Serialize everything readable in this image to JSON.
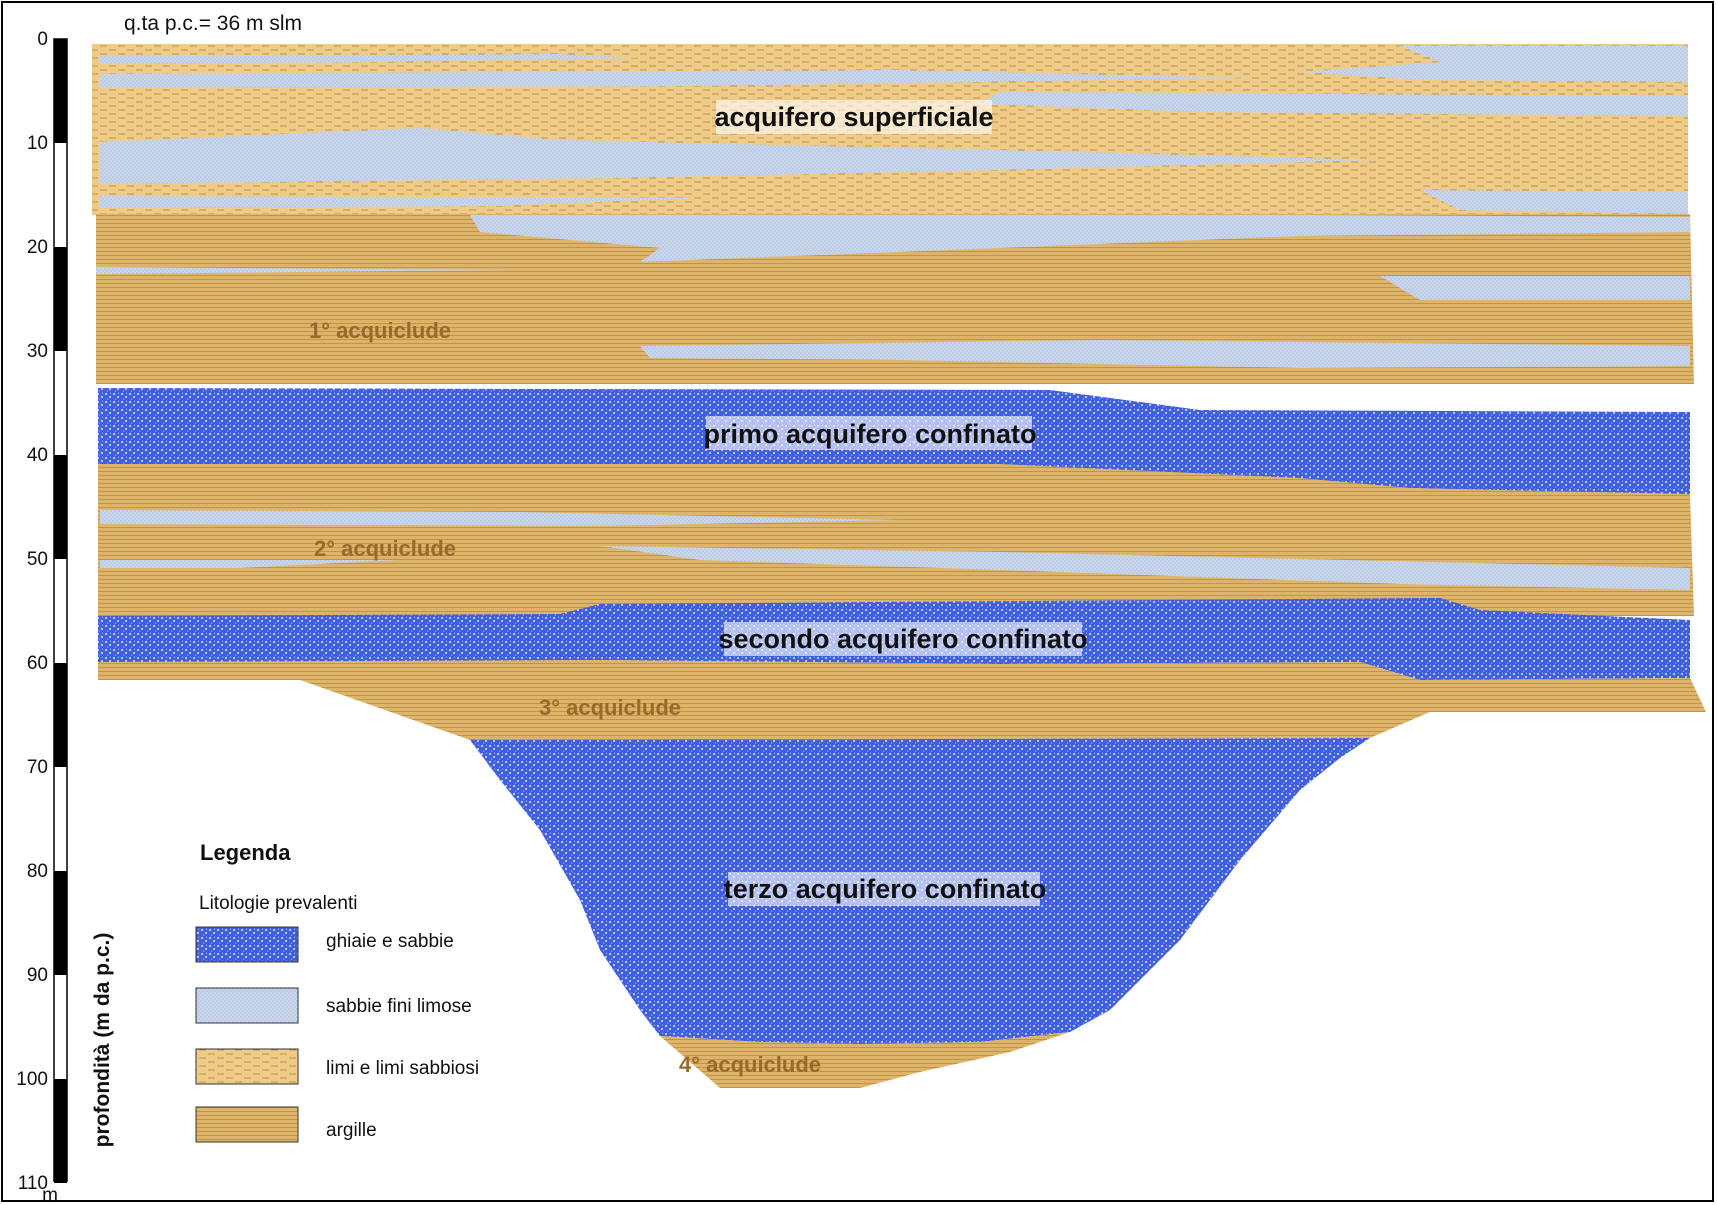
{
  "header": {
    "elevation_label": "q.ta p.c.= 36 m slm"
  },
  "axis": {
    "title": "profondità (m da p.c.)",
    "unit": "m",
    "ticks": [
      "0",
      "10",
      "20",
      "30",
      "40",
      "50",
      "60",
      "70",
      "80",
      "90",
      "100",
      "110"
    ]
  },
  "units": {
    "aquifer_shallow": "acquifero superficiale",
    "aquiclude_1": "1° acquiclude",
    "aquifer_1": "primo acquifero confinato",
    "aquiclude_2": "2° acquiclude",
    "aquifer_2": "secondo acquifero confinato",
    "aquiclude_3": "3° acquiclude",
    "aquifer_3": "terzo acquifero confinato",
    "aquiclude_4": "4° acquiclude"
  },
  "legend": {
    "title": "Legenda",
    "subtitle": "Litologie prevalenti",
    "items": [
      {
        "label": "ghiaie e sabbie",
        "pattern": "gravel",
        "color": "#3f5fdc"
      },
      {
        "label": "sabbie fini limose",
        "pattern": "fine-sand",
        "color": "#c9d7ec"
      },
      {
        "label": "limi e limi sabbiosi",
        "pattern": "silt",
        "color": "#e8c27a"
      },
      {
        "label": "argille",
        "pattern": "clay",
        "color": "#ddb46a"
      }
    ]
  }
}
